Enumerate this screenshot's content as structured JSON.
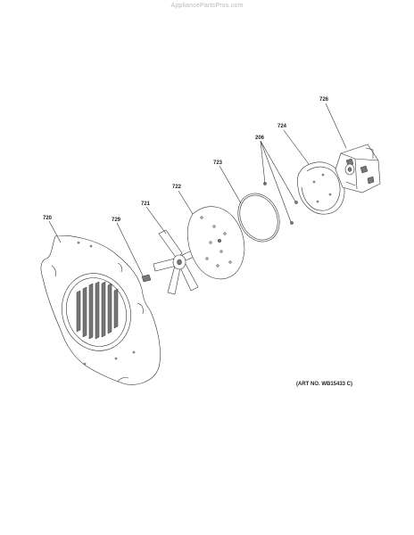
{
  "watermark": "AppliancePartsPros.com",
  "art_number": "(ART NO. WB15433 C)",
  "parts": {
    "p720": "720",
    "p729": "729",
    "p721": "721",
    "p722": "722",
    "p723": "723",
    "p206": "206",
    "p724": "724",
    "p726": "726"
  }
}
